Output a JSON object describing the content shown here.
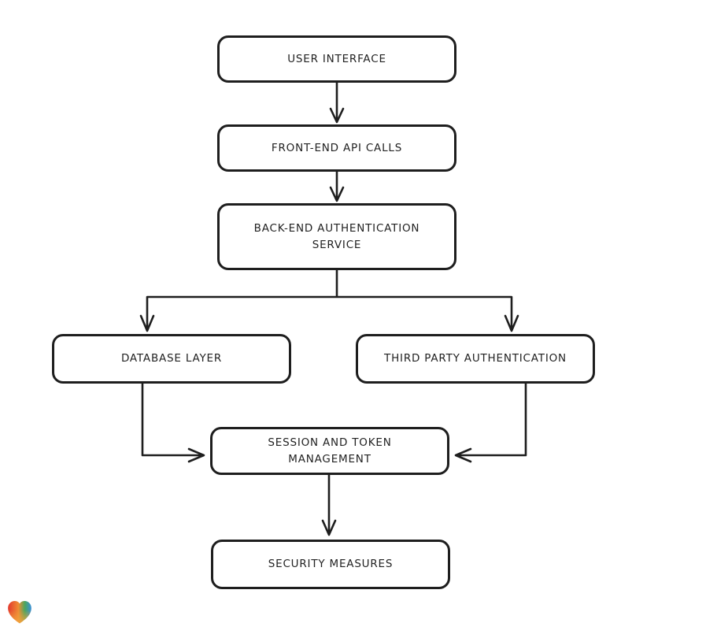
{
  "diagram": {
    "type": "flowchart",
    "background": "#ffffff",
    "stroke_color": "#1e1e1e",
    "node_fill": "#ffffff",
    "nodes": [
      {
        "id": "user-interface",
        "label": "USER INTERFACE"
      },
      {
        "id": "front-end-api-calls",
        "label": "FRONT-END API CALLS"
      },
      {
        "id": "back-end-authentication-service",
        "label": "BACK-END AUTHENTICATION SERVICE"
      },
      {
        "id": "database-layer",
        "label": "DATABASE LAYER"
      },
      {
        "id": "third-party-authentication",
        "label": "THIRD PARTY AUTHENTICATION"
      },
      {
        "id": "session-and-token-management",
        "label": "SESSION AND TOKEN MANAGEMENT"
      },
      {
        "id": "security-measures",
        "label": "SECURITY MEASURES"
      }
    ],
    "edges": [
      {
        "from": "user-interface",
        "to": "front-end-api-calls"
      },
      {
        "from": "front-end-api-calls",
        "to": "back-end-authentication-service"
      },
      {
        "from": "back-end-authentication-service",
        "to": "database-layer"
      },
      {
        "from": "back-end-authentication-service",
        "to": "third-party-authentication"
      },
      {
        "from": "database-layer",
        "to": "session-and-token-management"
      },
      {
        "from": "third-party-authentication",
        "to": "session-and-token-management"
      },
      {
        "from": "session-and-token-management",
        "to": "security-measures"
      }
    ]
  },
  "footer": {
    "heart_logo": {
      "icon": "heart-logo",
      "gradient_colors": [
        "#e3382e",
        "#ef8c34",
        "#4aa65c",
        "#3a8fd9",
        "#f2a33c"
      ]
    }
  }
}
